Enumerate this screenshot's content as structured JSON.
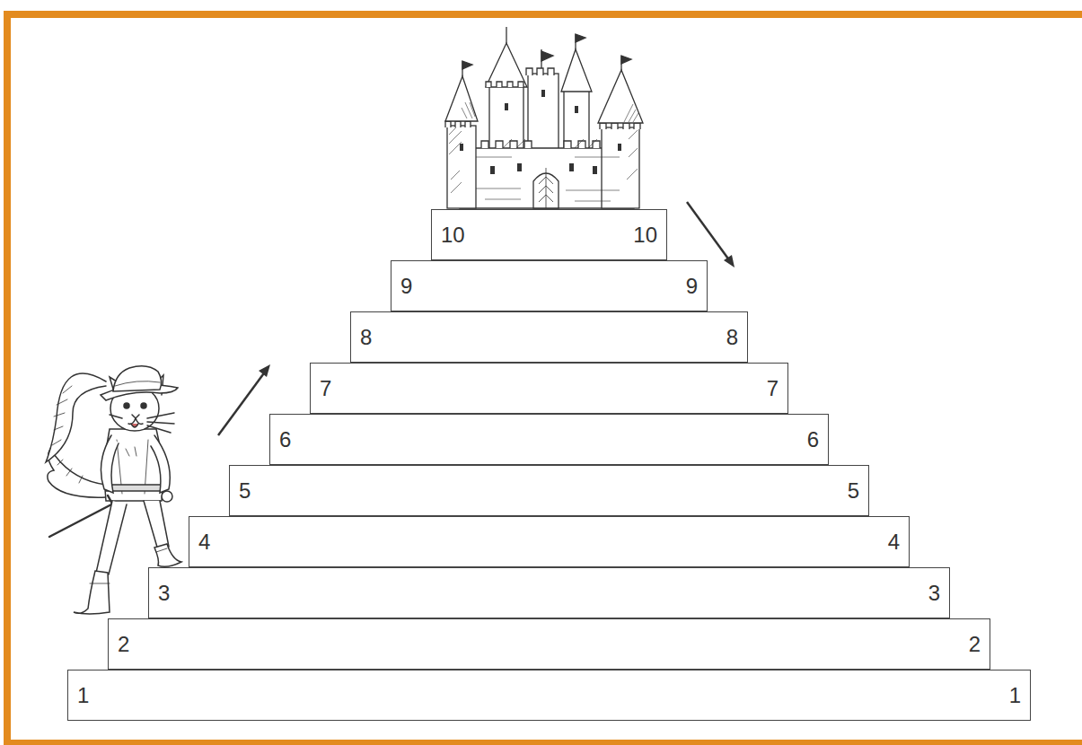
{
  "diagram": {
    "nodes": [
      {
        "text": [
          "10",
          "10"
        ]
      },
      {
        "text": [
          "9",
          "9"
        ]
      },
      {
        "text": [
          "8",
          "8"
        ]
      },
      {
        "text": [
          "7",
          "7"
        ]
      },
      {
        "text": [
          "6",
          "6"
        ]
      },
      {
        "text": [
          "5",
          "5"
        ]
      },
      {
        "text": [
          "4",
          "4"
        ]
      },
      {
        "text": [
          "3",
          "3"
        ]
      },
      {
        "text": [
          "2",
          "2"
        ]
      },
      {
        "text": [
          "1",
          "1"
        ]
      }
    ]
  }
}
